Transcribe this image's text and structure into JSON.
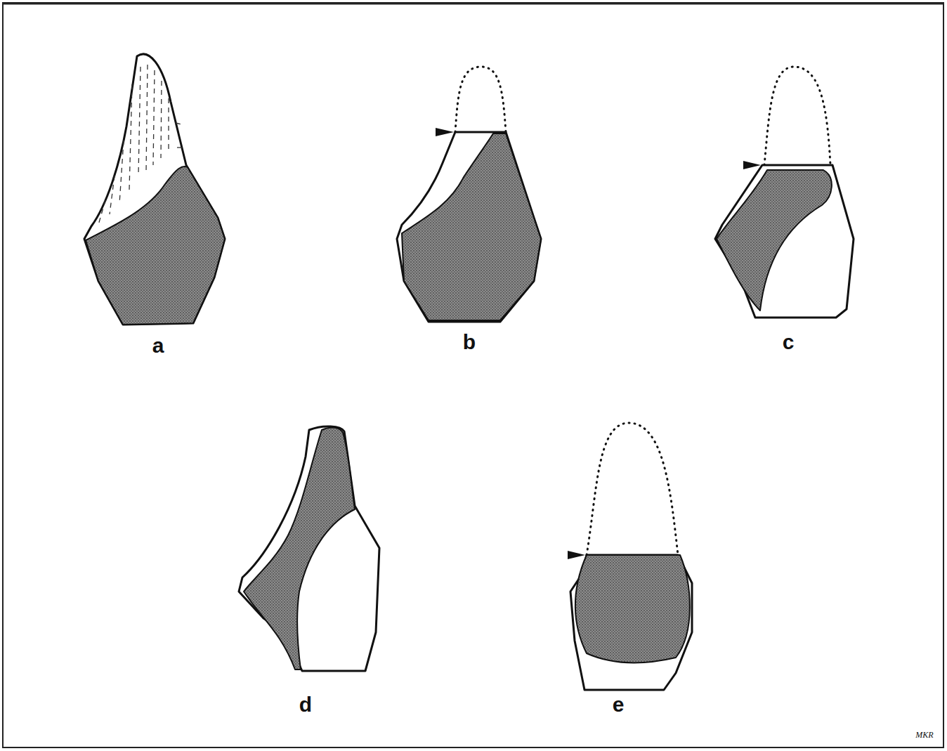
{
  "diagram": {
    "labels": [
      "a",
      "b",
      "c",
      "d",
      "e",
      "MKR"
    ]
  }
}
